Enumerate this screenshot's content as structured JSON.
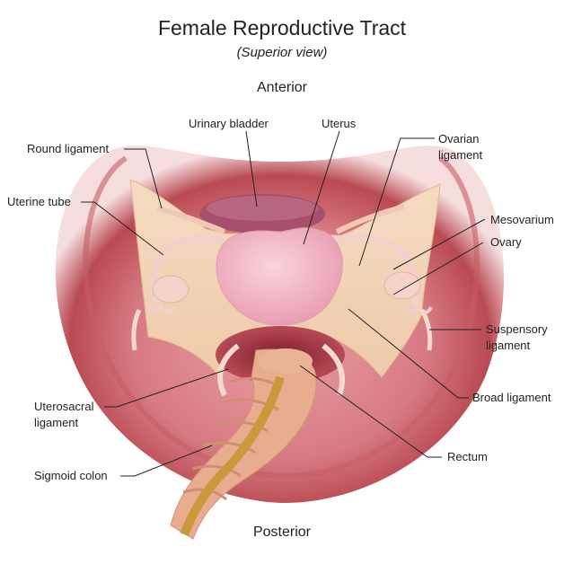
{
  "title": "Female Reproductive Tract",
  "subtitle": "(Superior view)",
  "orientation": {
    "top": "Anterior",
    "bottom": "Posterior"
  },
  "labels": {
    "round_ligament": "Round ligament",
    "uterine_tube": "Uterine tube",
    "urinary_bladder": "Urinary bladder",
    "uterus": "Uterus",
    "ovarian_ligament_1": "Ovarian",
    "ovarian_ligament_2": "ligament",
    "mesovarium": "Mesovarium",
    "ovary": "Ovary",
    "suspensory_ligament_1": "Suspensory",
    "suspensory_ligament_2": "ligament",
    "broad_ligament": "Broad ligament",
    "uterosacral_ligament_1": "Uterosacral",
    "uterosacral_ligament_2": "ligament",
    "sigmoid_colon": "Sigmoid colon",
    "rectum": "Rectum"
  },
  "colors": {
    "pelvis_outer": "#f6e3e3",
    "pelvis_wall": "#b9474f",
    "pelvis_inner": "#d2727a",
    "broad_ligament": "#f3d8bd",
    "uterus": "#f2b8c6",
    "bladder": "#a14d6a",
    "colon": "#e6ab8e",
    "colon_band": "#c99a3c",
    "leader_line": "#222222"
  }
}
